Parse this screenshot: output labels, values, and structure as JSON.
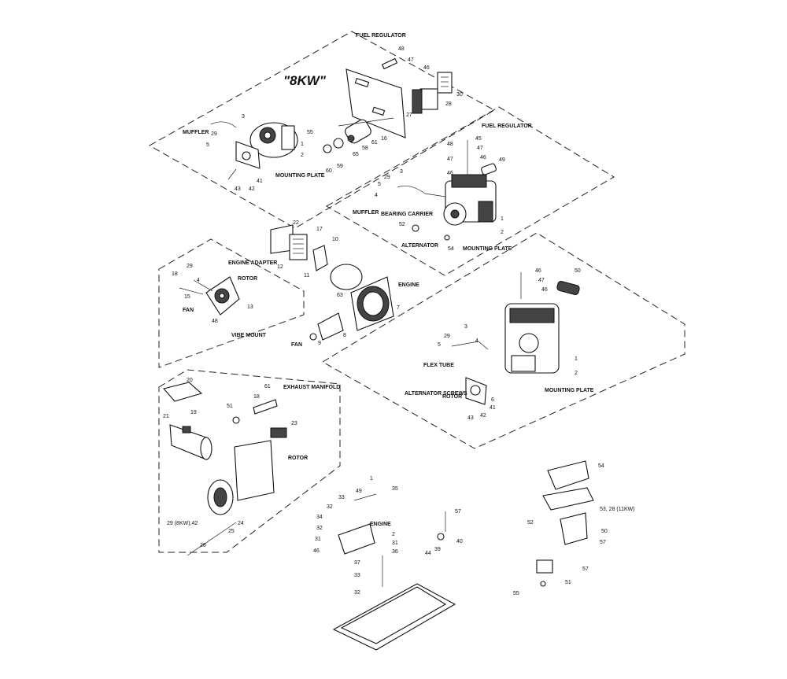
{
  "title_8kw": "\"8KW\"",
  "labels": {
    "fuel_regulator_top": "FUEL REGULATOR",
    "fuel_regulator_right": "FUEL REGULATOR",
    "muffler_top": "MUFFLER",
    "muffler_right": "MUFFLER",
    "mounting_plate_top": "MOUNTING PLATE",
    "mounting_plate_mid": "MOUNTING PLATE",
    "mounting_plate_lower": "MOUNTING PLATE",
    "bearing_carrier": "BEARING CARRIER",
    "alternator": "ALTERNATOR",
    "engine_adapter": "ENGINE ADAPTER",
    "rotor_left": "ROTOR",
    "rotor_lower": "ROTOR",
    "rotor_exhaust": "ROTOR",
    "fan_left": "FAN",
    "fan_center": "FAN",
    "vibe_mount": "VIBE MOUNT",
    "engine_center": "ENGINE",
    "engine_base": "ENGINE",
    "flex_tube": "FLEX TUBE",
    "alternator_screws": "ALTERNATOR SCREWS",
    "exhaust_manifold": "EXHAUST MANIFOLD",
    "note_8kw": "29 (8KW),42",
    "note_11kw": "53, 28 (11KW)"
  },
  "part_numbers": {
    "top": [
      "48",
      "47",
      "46",
      "30",
      "28",
      "27",
      "3",
      "29",
      "5",
      "55",
      "1",
      "2",
      "58",
      "59",
      "60",
      "65",
      "61",
      "16",
      "41",
      "43",
      "42"
    ],
    "right_top": [
      "48",
      "45",
      "47",
      "47",
      "46",
      "46",
      "49",
      "29",
      "3",
      "5",
      "4",
      "52",
      "1",
      "2",
      "54"
    ],
    "center": [
      "22",
      "17",
      "10",
      "12",
      "11",
      "63",
      "7",
      "8",
      "9"
    ],
    "left": [
      "29",
      "18",
      "4",
      "15",
      "13",
      "48"
    ],
    "lower_right": [
      "46",
      "47",
      "46",
      "50",
      "29",
      "3",
      "5",
      "4",
      "1",
      "2",
      "6",
      "41",
      "43",
      "42"
    ],
    "exhaust": [
      "20",
      "19",
      "21",
      "51",
      "18",
      "61",
      "23",
      "24",
      "25",
      "28"
    ],
    "base": [
      "1",
      "35",
      "33",
      "49",
      "32",
      "34",
      "32",
      "31",
      "46",
      "2",
      "31",
      "36",
      "37",
      "33",
      "32",
      "57",
      "40",
      "44",
      "39"
    ],
    "enclosure": [
      "54",
      "52",
      "50",
      "57",
      "57",
      "51",
      "55"
    ]
  }
}
